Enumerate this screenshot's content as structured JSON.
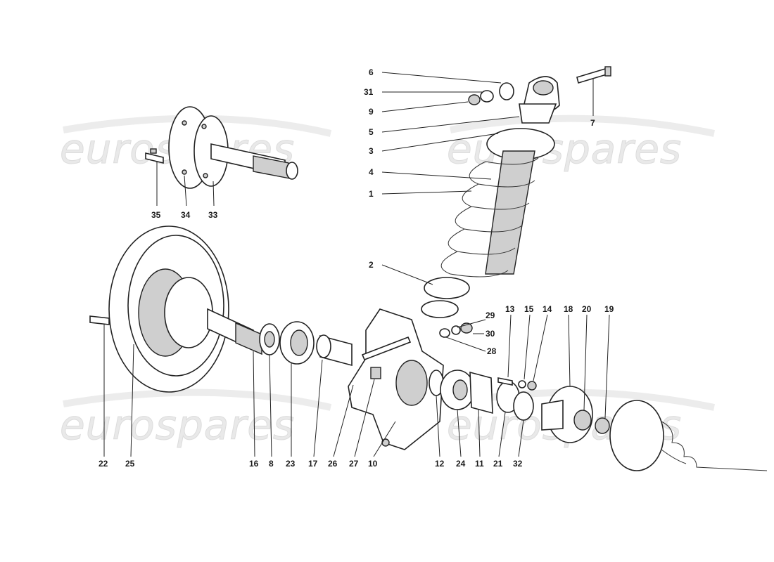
{
  "watermark": {
    "text": "eurospares"
  },
  "labels": {
    "l1": "1",
    "l2": "2",
    "l3": "3",
    "l4": "4",
    "l5": "5",
    "l6": "6",
    "l7": "7",
    "l8": "8",
    "l9": "9",
    "l10": "10",
    "l11": "11",
    "l12": "12",
    "l13": "13",
    "l14": "14",
    "l15": "15",
    "l16": "16",
    "l17": "17",
    "l18": "18",
    "l19": "19",
    "l20": "20",
    "l21": "21",
    "l22": "22",
    "l23": "23",
    "l24": "24",
    "l25": "25",
    "l26": "26",
    "l27": "27",
    "l28": "28",
    "l29": "29",
    "l30": "30",
    "l31": "31",
    "l32": "32",
    "l33": "33",
    "l34": "34",
    "l35": "35"
  }
}
